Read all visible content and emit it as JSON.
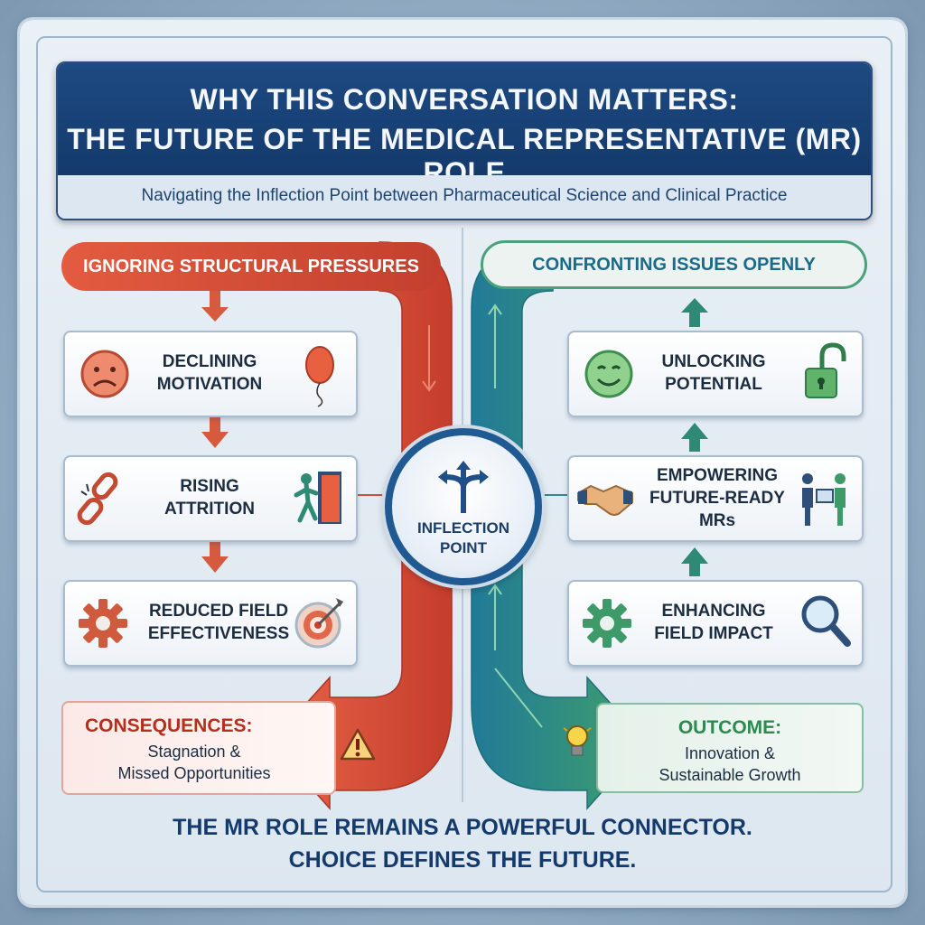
{
  "header": {
    "title_line1": "WHY THIS CONVERSATION MATTERS:",
    "title_line2": "THE FUTURE OF THE MEDICAL REPRESENTATIVE (MR) ROLE",
    "subtitle": "Navigating the Inflection Point between Pharmaceutical Science and Clinical Practice"
  },
  "left": {
    "heading": "IGNORING STRUCTURAL PRESSURES",
    "cards": [
      {
        "line1": "DECLINING",
        "line2": "MOTIVATION",
        "icons": [
          "sad-face-icon",
          "balloon-icon"
        ]
      },
      {
        "line1": "RISING",
        "line2": "ATTRITION",
        "icons": [
          "broken-chain-icon",
          "person-exiting-door-icon"
        ]
      },
      {
        "line1": "REDUCED FIELD",
        "line2": "EFFECTIVENESS",
        "icons": [
          "gear-icon",
          "target-icon"
        ]
      }
    ],
    "consequence": {
      "title": "CONSEQUENCES:",
      "line1": "Stagnation &",
      "line2": "Missed Opportunities",
      "icon": "warning-icon"
    }
  },
  "right": {
    "heading": "CONFRONTING ISSUES OPENLY",
    "cards": [
      {
        "line1": "UNLOCKING",
        "line2": "POTENTIAL",
        "icons": [
          "smiley-face-icon",
          "open-padlock-icon"
        ]
      },
      {
        "line1": "EMPOWERING",
        "line2": "FUTURE-READY",
        "line3": "MRs",
        "icons": [
          "handshake-icon",
          "people-collaborating-icon"
        ]
      },
      {
        "line1": "ENHANCING",
        "line2": "FIELD IMPACT",
        "icons": [
          "gear-icon",
          "magnifier-icon"
        ]
      }
    ],
    "outcome": {
      "title": "OUTCOME:",
      "line1": "Innovation &",
      "line2": "Sustainable Growth",
      "icon": "lightbulb-icon"
    }
  },
  "center": {
    "line1": "INFLECTION",
    "line2": "POINT",
    "icon": "split-arrows-icon"
  },
  "footer": {
    "line1": "THE MR ROLE REMAINS A POWERFUL CONNECTOR.",
    "line2": "CHOICE DEFINES THE FUTURE."
  },
  "colors": {
    "navy": "#143a6c",
    "red": "#d24a32",
    "teal": "#1f7f93",
    "green": "#3f9a6a"
  }
}
